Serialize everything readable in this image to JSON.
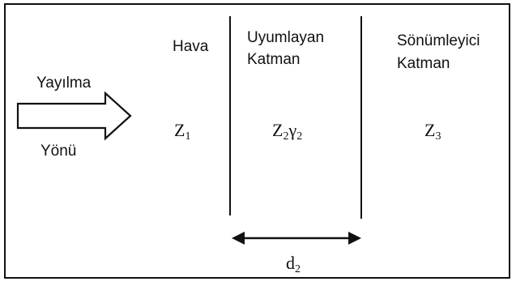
{
  "diagram": {
    "propagation": {
      "label_top": "Yayılma",
      "label_bottom": "Yönü"
    },
    "regions": [
      {
        "title_line1": "Hava",
        "title_line2": "",
        "symbol": "Z",
        "symbol_sub": "1",
        "symbol_extra": "",
        "symbol_extra_sub": ""
      },
      {
        "title_line1": "Uyumlayan",
        "title_line2": "Katman",
        "symbol": "Z",
        "symbol_sub": "2",
        "symbol_extra": "γ",
        "symbol_extra_sub": "2"
      },
      {
        "title_line1": "Sönümleyici",
        "title_line2": "Katman",
        "symbol": "Z",
        "symbol_sub": "3",
        "symbol_extra": "",
        "symbol_extra_sub": ""
      }
    ],
    "thickness": {
      "symbol": "d",
      "symbol_sub": "2"
    },
    "colors": {
      "stroke": "#111111",
      "background": "#ffffff"
    }
  }
}
